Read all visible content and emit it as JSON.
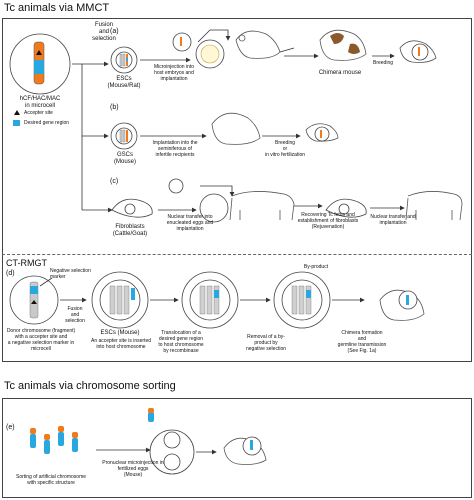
{
  "sections": {
    "mmct_title": "Tc animals via MMCT",
    "sorting_title": "Tc animals via chromosome sorting",
    "ctrmgt_title": "CT-RMGT"
  },
  "left": {
    "fusion": "Fusion\nand\nselection",
    "microcell": "hCF/HAC/MAC\nin microcell",
    "legend_acceptor": "Accepter site",
    "legend_gene": "Desired gene region"
  },
  "row_a": {
    "tag": "(a)",
    "cell": "ESCs\n(Mouse/Rat)",
    "step1": "Microinjection into\nhost embryos and\nimplantation",
    "chimera": "Chimera mouse",
    "breeding": "Breeding"
  },
  "row_b": {
    "tag": "(b)",
    "cell": "GSCs\n(Mouse)",
    "step1": "Implantation into the\nseminiferous of\ninfertile recipients",
    "step2": "Breeding\nor\nin vitro fertilization"
  },
  "row_c": {
    "tag": "(c)",
    "cell": "Fibroblasts\n(Cattle/Goat)",
    "step1": "Nuclear transfer into\nenucleated eggs and\nimplantation",
    "step2": "Recovering Tc fetus and\nestablishment of fibroblasts\n(Rejuvenation)",
    "step3": "Nuclear transfer and\nimplantation"
  },
  "row_d": {
    "tag": "(d)",
    "neg_marker": "Negative selection\nmarker",
    "fusion": "Fusion\nand\nselection",
    "donor": "Donor chromosome (fragment)\nwith  a accepter site and\na negative selection marker in\nmicrocell",
    "cell": "ESCs (Mouse)",
    "cell_note": "An accepter site is inserted\ninto host chromosome",
    "translocation": "Translocation  of  a\ndesired gene region\nto host chromosome\nby recombinase",
    "byproduct": "By-product",
    "removal": "Removal of a by-\nproduct by\nnegative selection",
    "chimera": "Chimera formation\nand\ngermline transmission\n(See Fig. 1a)"
  },
  "row_e": {
    "tag": "(e)",
    "sorting": "Sorting of artificial chromosome\nwith specific structure",
    "injection": "Pronuclear microinjection in\nfertilized eggs\n(Mouse)"
  },
  "colors": {
    "acceptor": "#111111",
    "gene": "#29a8e0",
    "orange": "#f07a1e",
    "line": "#444444"
  }
}
